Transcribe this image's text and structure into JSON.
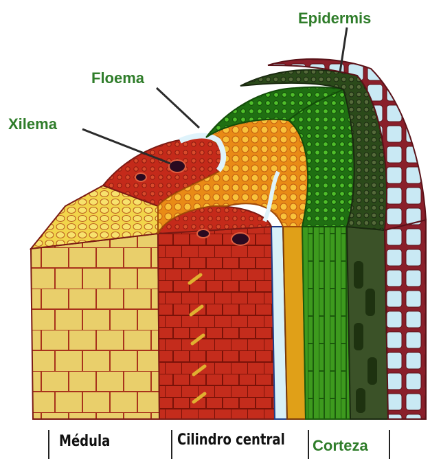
{
  "labels": {
    "epidermis": "Epidermis",
    "floema": "Floema",
    "xilema": "Xilema",
    "medula": "Médula",
    "cilindro_central": "Cilindro central",
    "corteza": "Corteza"
  },
  "colors": {
    "label_green": "#2f7d2a",
    "medula_yellow": "#e8cf6a",
    "xylem_red": "#c8321e",
    "phloem_orange": "#f0a020",
    "cortex_green": "#2f8a1c",
    "epidermis_blue": "#bfe3ef",
    "outline": "#7a1a14"
  }
}
